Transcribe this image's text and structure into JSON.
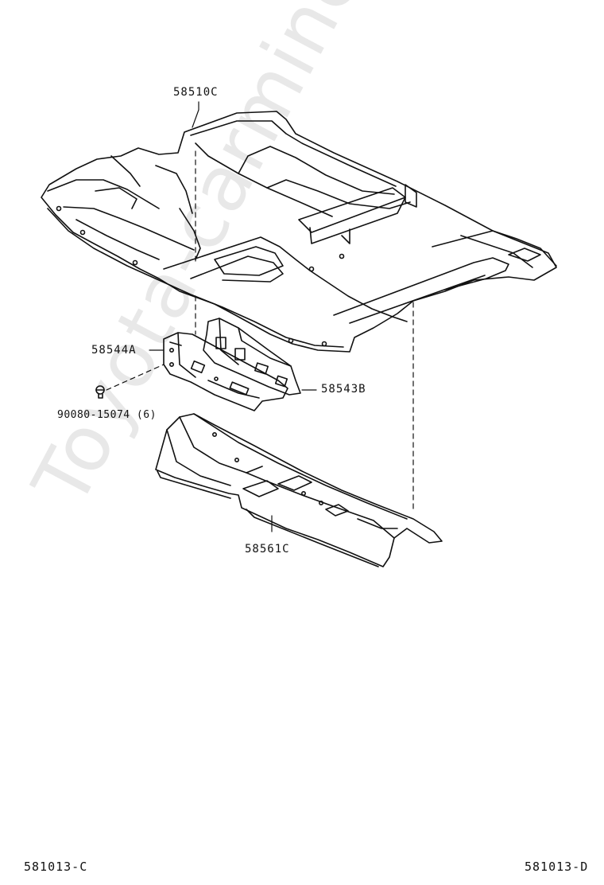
{
  "parts": {
    "floor_carpet": "58510C",
    "bracket_a": "58544A",
    "bracket_b": "58543B",
    "screw": "90080-15074 (6)",
    "console_cover": "58561C"
  },
  "watermark": "Toyota-carmine.ru",
  "footer": {
    "left": "581013-C",
    "right": "581013-D"
  },
  "colors": {
    "line": "#111111",
    "watermark": "#d6d6d6",
    "background": "#ffffff"
  }
}
